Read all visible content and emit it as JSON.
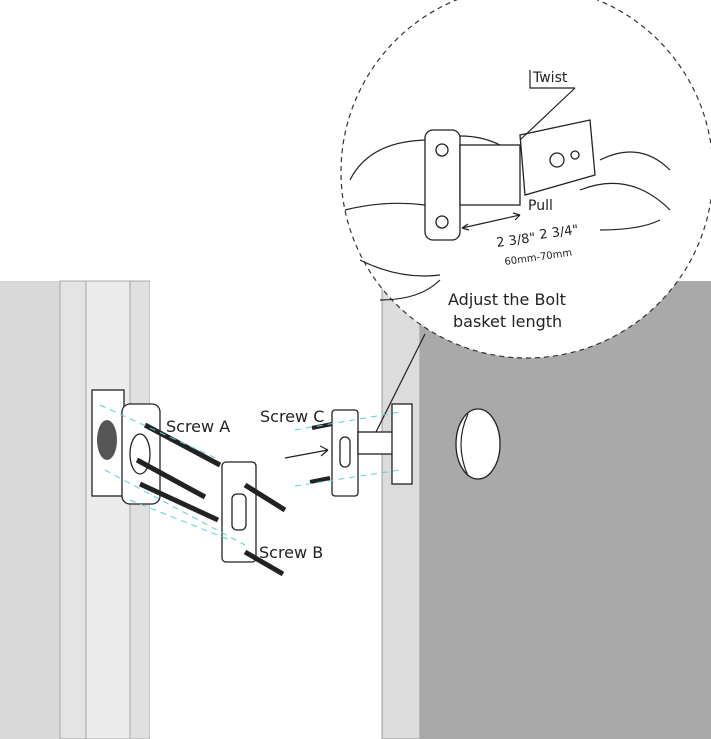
{
  "diagram": {
    "callout": {
      "twist_label": "Twist",
      "pull_label": "Pull",
      "size_small": "2 3/8\"",
      "size_large": "2 3/4\"",
      "size_metric": "60mm-70mm",
      "caption_line1": "Adjust the Bolt",
      "caption_line2": "basket length"
    },
    "labels": {
      "screw_a": "Screw A",
      "screw_b": "Screw B",
      "screw_c": "Screw C"
    },
    "colors": {
      "door_face": "#a9a9a9",
      "frame": "#d9d9d9",
      "guide_lines": "#5ccfd6"
    }
  }
}
